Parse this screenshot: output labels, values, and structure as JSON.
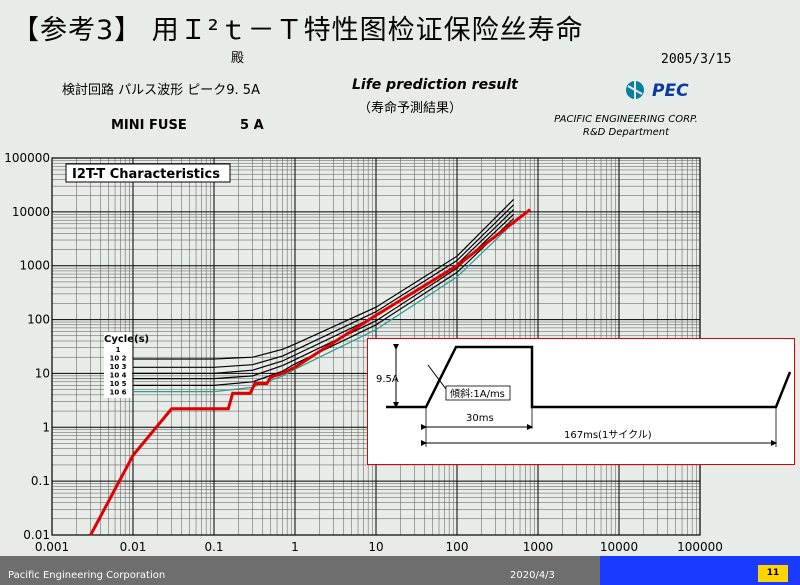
{
  "header": {
    "title": "【参考3】  用Ｉ²ｔ－Ｔ特性图检证保险丝寿命",
    "salutation": "殿",
    "date": "2005/3/15",
    "circuit": "検討回路  パルス波形  ピーク9. 5A",
    "heading_en": "Life prediction result",
    "heading_jp": "（寿命予測結果）",
    "logo_text": "PEC",
    "company_line1": "PACIFIC ENGINEERING CORP.",
    "company_line2": "R&D Department",
    "fuse_name": "MINI FUSE",
    "fuse_rating": "5 A"
  },
  "chart_data": {
    "type": "line",
    "title": "I2T-T Characteristics",
    "x_scale": "log",
    "y_scale": "log",
    "xlim": [
      0.001,
      100000
    ],
    "ylim": [
      0.01,
      100000
    ],
    "x_ticks": [
      "0.001",
      "0.01",
      "0.1",
      "1",
      "10",
      "100",
      "1000",
      "10000",
      "100000"
    ],
    "y_ticks": [
      "100000",
      "10000",
      "1000",
      "100",
      "10",
      "1",
      "0.1",
      "0.01"
    ],
    "grid": true,
    "legend_title": "Cycle(s)",
    "legend_entries": [
      "1",
      "10 2",
      "10 3",
      "10 4",
      "10 5",
      "10 6"
    ],
    "series": [
      {
        "name": "1",
        "color": "#000000",
        "points": [
          [
            0.01,
            18.5
          ],
          [
            0.1,
            18.5
          ],
          [
            0.3,
            20
          ],
          [
            0.7,
            28
          ],
          [
            1,
            35
          ],
          [
            10,
            170
          ],
          [
            100,
            1500
          ],
          [
            500,
            17000
          ]
        ]
      },
      {
        "name": "10 2",
        "color": "#000000",
        "points": [
          [
            0.01,
            13
          ],
          [
            0.1,
            13
          ],
          [
            0.3,
            14.5
          ],
          [
            0.7,
            21
          ],
          [
            1,
            27
          ],
          [
            10,
            140
          ],
          [
            100,
            1250
          ],
          [
            500,
            13500
          ]
        ]
      },
      {
        "name": "10 3",
        "color": "#000000",
        "points": [
          [
            0.01,
            10
          ],
          [
            0.1,
            10
          ],
          [
            0.3,
            11.5
          ],
          [
            0.7,
            17
          ],
          [
            1,
            22
          ],
          [
            10,
            115
          ],
          [
            100,
            1050
          ],
          [
            500,
            11000
          ]
        ]
      },
      {
        "name": "10 4",
        "color": "#000000",
        "points": [
          [
            0.01,
            8
          ],
          [
            0.1,
            8
          ],
          [
            0.3,
            9
          ],
          [
            0.7,
            14
          ],
          [
            1,
            18
          ],
          [
            10,
            95
          ],
          [
            100,
            900
          ],
          [
            500,
            9000
          ]
        ]
      },
      {
        "name": "10 5",
        "color": "#000000",
        "points": [
          [
            0.01,
            6
          ],
          [
            0.1,
            6
          ],
          [
            0.3,
            7
          ],
          [
            0.7,
            11
          ],
          [
            1,
            15
          ],
          [
            10,
            80
          ],
          [
            100,
            750
          ],
          [
            500,
            7500
          ]
        ]
      },
      {
        "name": "10 6",
        "color": "#2a9d8f",
        "points": [
          [
            0.01,
            4.6
          ],
          [
            0.1,
            4.6
          ],
          [
            0.3,
            5.5
          ],
          [
            0.7,
            9
          ],
          [
            1,
            12
          ],
          [
            10,
            65
          ],
          [
            100,
            620
          ],
          [
            500,
            6300
          ]
        ]
      },
      {
        "name": "",
        "color": "#e00000",
        "points": [
          [
            0.003,
            0.01
          ],
          [
            0.01,
            0.3
          ],
          [
            0.03,
            2.2
          ],
          [
            0.15,
            2.2
          ],
          [
            0.17,
            4.3
          ],
          [
            0.28,
            4.3
          ],
          [
            0.32,
            6.5
          ],
          [
            0.45,
            6.5
          ],
          [
            0.5,
            8.5
          ],
          [
            0.7,
            10
          ],
          [
            1,
            13
          ],
          [
            10,
            120
          ],
          [
            100,
            1000
          ],
          [
            800,
            11000
          ]
        ]
      }
    ]
  },
  "inset": {
    "peak_label": "9.5A",
    "slope_label": "傾斜:1A/ms",
    "width_label": "30ms",
    "period_label": "167ms(1サイクル)"
  },
  "footer": {
    "company": "Pacific Engineering Corporation",
    "date": "2020/4/3",
    "page": "11"
  }
}
